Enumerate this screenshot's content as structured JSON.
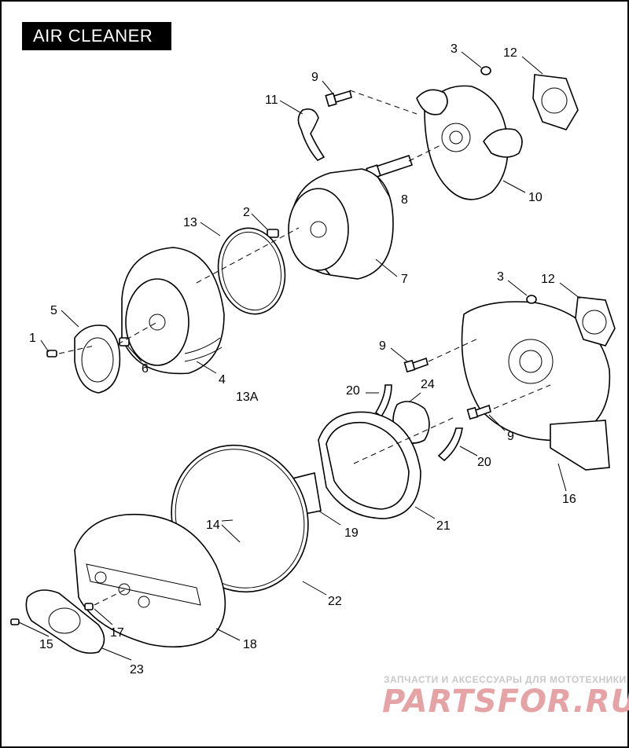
{
  "title": "AIR CLEANER",
  "callouts": {
    "c1": "1",
    "c2": "2",
    "c3a": "3",
    "c3b": "3",
    "c4": "4",
    "c13a": "13A",
    "c5": "5",
    "c6": "6",
    "c7": "7",
    "c8": "8",
    "c9a": "9",
    "c9b": "9",
    "c9c": "9",
    "c10": "10",
    "c11": "11",
    "c12a": "12",
    "c12b": "12",
    "c13": "13",
    "c14": "14",
    "c15": "15",
    "c16": "16",
    "c17": "17",
    "c18": "18",
    "c19": "19",
    "c20a": "20",
    "c20b": "20",
    "c21": "21",
    "c22": "22",
    "c23": "23",
    "c24": "24"
  },
  "watermark": {
    "line1": "ЗАПЧАСТИ И АКСЕССУАРЫ ДЛЯ МОТОТЕХНИКИ",
    "line2": "PARTSFOR.RU"
  }
}
